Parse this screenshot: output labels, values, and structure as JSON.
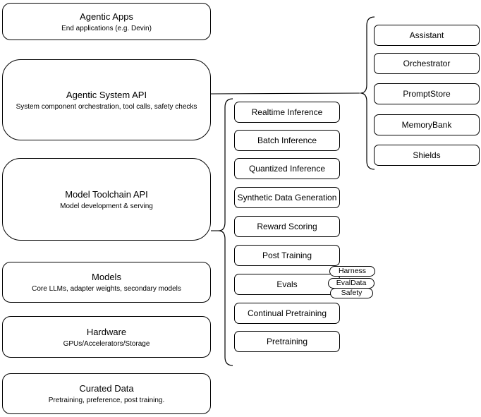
{
  "diagram": {
    "left_column": [
      {
        "title": "Agentic Apps",
        "subtitle": "End applications (e.g. Devin)"
      },
      {
        "title": "Agentic System API",
        "subtitle": "System component orchestration, tool calls, safety checks"
      },
      {
        "title": "Model Toolchain API",
        "subtitle": "Model development & serving"
      },
      {
        "title": "Models",
        "subtitle": "Core LLMs, adapter weights, secondary models"
      },
      {
        "title": "Hardware",
        "subtitle": "GPUs/Accelerators/Storage"
      },
      {
        "title": "Curated Data",
        "subtitle": "Pretraining, preference, post training."
      }
    ],
    "toolchain_services": [
      {
        "label": "Realtime Inference"
      },
      {
        "label": "Batch Inference"
      },
      {
        "label": "Quantized Inference"
      },
      {
        "label": "Synthetic Data Generation"
      },
      {
        "label": "Reward Scoring"
      },
      {
        "label": "Post Training"
      },
      {
        "label": "Evals"
      },
      {
        "label": "Continual Pretraining"
      },
      {
        "label": "Pretraining"
      }
    ],
    "eval_tags": [
      {
        "label": "Harness"
      },
      {
        "label": "EvalData"
      },
      {
        "label": "Safety"
      }
    ],
    "system_components": [
      {
        "label": "Assistant"
      },
      {
        "label": "Orchestrator"
      },
      {
        "label": "PromptStore"
      },
      {
        "label": "MemoryBank"
      },
      {
        "label": "Shields"
      }
    ],
    "colors": {
      "stroke": "#000000",
      "fill": "#ffffff",
      "text": "#000000"
    }
  }
}
